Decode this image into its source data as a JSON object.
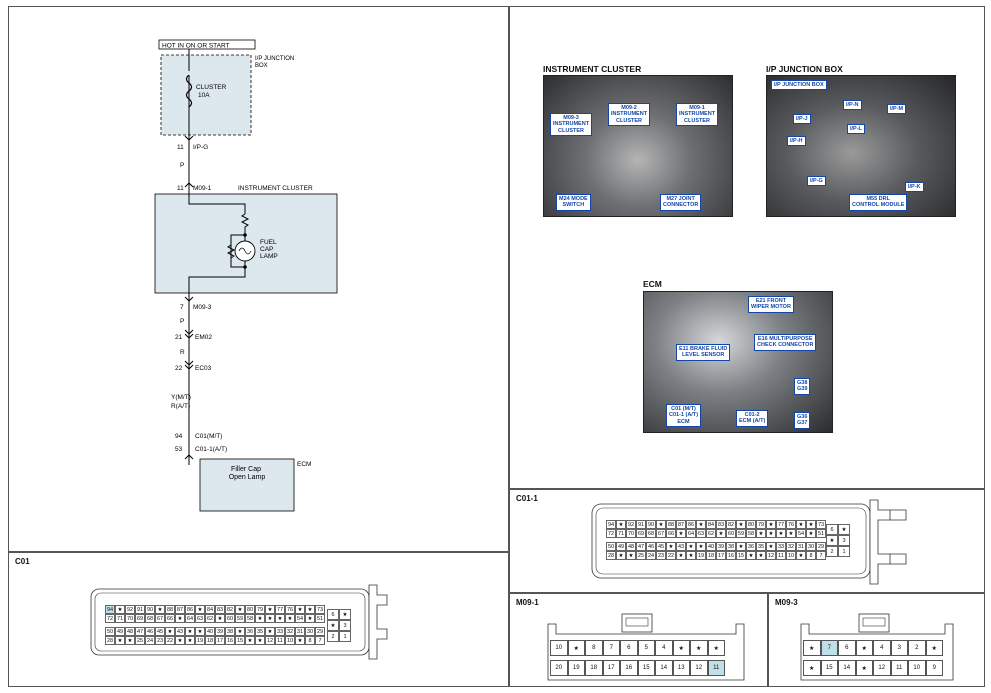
{
  "schematic": {
    "power_source": "HOT IN  ON OR START",
    "junction_box_label": "I/P JUNCTION\nBOX",
    "fuse_name": "CLUSTER",
    "fuse_rating": "10A",
    "pin_ipg_num": "11",
    "pin_ipg": "I/P-G",
    "wire1_color": "P",
    "pin_m091_num": "11",
    "pin_m091": "M09-1",
    "cluster_label": "INSTRUMENT CLUSTER",
    "lamp_label": "FUEL\nCAP\nLAMP",
    "pin_m093_num": "7",
    "pin_m093": "M09-3",
    "wire2_color": "P",
    "pin_em02_num": "21",
    "pin_em02": "EM02",
    "wire3_color": "R",
    "pin_ec03_num": "22",
    "pin_ec03": "EC03",
    "wire4_color": "Y(M/T)\nR(A/T)",
    "pin_c01_num": "94",
    "pin_c01": "C01(M/T)",
    "pin_c011_num": "53",
    "pin_c011": "C01-1(A/T)",
    "ecm_box_label": "Filler Cap\nOpen Lamp",
    "ecm_label": "ECM"
  },
  "photos": {
    "cluster": {
      "title": "INSTRUMENT CLUSTER",
      "labels": [
        "M09-3\nINSTRUMENT\nCLUSTER",
        "M09-2\nINSTRUMENT\nCLUSTER",
        "M09-1\nINSTRUMENT\nCLUSTER",
        "M24 MODE\nSWITCH",
        "M27 JOINT\nCONNECTOR"
      ]
    },
    "junction": {
      "title": "I/P JUNCTION BOX",
      "labels": [
        "I/P JUNCTION BOX",
        "I/P-N",
        "I/P-M",
        "I/P-J",
        "I/P-L",
        "I/P-H",
        "I/P-G",
        "I/P-K",
        "M55 DRL\nCONTROL MODULE"
      ]
    },
    "ecm": {
      "title": "ECM",
      "labels": [
        "E21 FRONT\nWIPER MOTOR",
        "E16 MULTIPURPOSE\nCHECK CONNECTOR",
        "E11 BRAKE FLUID\nLEVEL SENSOR",
        "G38\nG39",
        "C01 (M/T)\nC01-1 (A/T)\nECM",
        "C01-2\nECM (A/T)",
        "G36\nG37"
      ]
    }
  },
  "connectors": {
    "c01": {
      "title": "C01",
      "highlight": "94",
      "rows": [
        [
          "94",
          "★",
          "92",
          "91",
          "90",
          "★",
          "88",
          "87",
          "86",
          "★",
          "84",
          "83",
          "82",
          "★",
          "80",
          "79",
          "★",
          "77",
          "76",
          "★",
          "★",
          "73"
        ],
        [
          "72",
          "71",
          "70",
          "69",
          "68",
          "67",
          "66",
          "★",
          "64",
          "63",
          "62",
          "★",
          "60",
          "59",
          "58",
          "★",
          "★",
          "★",
          "★",
          "54",
          "★",
          "51"
        ],
        [
          "50",
          "49",
          "48",
          "47",
          "46",
          "45",
          "★",
          "43",
          "★",
          "★",
          "40",
          "39",
          "38",
          "★",
          "36",
          "35",
          "★",
          "33",
          "32",
          "31",
          "30",
          "29"
        ],
        [
          "28",
          "★",
          "★",
          "25",
          "24",
          "23",
          "22",
          "★",
          "★",
          "19",
          "18",
          "17",
          "16",
          "15",
          "★",
          "★",
          "12",
          "11",
          "10",
          "★",
          "8",
          "7"
        ]
      ],
      "side": [
        [
          "6",
          "★"
        ],
        [
          "★",
          "3"
        ],
        [
          "2",
          "1"
        ]
      ]
    },
    "c011": {
      "title": "C01-1",
      "highlight": "53",
      "rows": [
        [
          "94",
          "★",
          "92",
          "91",
          "90",
          "★",
          "88",
          "87",
          "86",
          "★",
          "84",
          "83",
          "82",
          "★",
          "80",
          "79",
          "★",
          "77",
          "76",
          "★",
          "★",
          "73"
        ],
        [
          "72",
          "71",
          "70",
          "69",
          "68",
          "67",
          "66",
          "★",
          "64",
          "63",
          "62",
          "★",
          "60",
          "59",
          "58",
          "★",
          "★",
          "★",
          "★",
          "54",
          "★",
          "51"
        ],
        [
          "50",
          "49",
          "48",
          "47",
          "46",
          "45",
          "★",
          "43",
          "★",
          "★",
          "40",
          "39",
          "38",
          "★",
          "36",
          "35",
          "★",
          "33",
          "32",
          "31",
          "30",
          "29"
        ],
        [
          "28",
          "★",
          "★",
          "25",
          "24",
          "23",
          "22",
          "★",
          "★",
          "19",
          "18",
          "17",
          "16",
          "15",
          "★",
          "★",
          "12",
          "11",
          "10",
          "★",
          "8",
          "7"
        ]
      ],
      "side": [
        [
          "6",
          "★"
        ],
        [
          "★",
          "3"
        ],
        [
          "2",
          "1"
        ]
      ]
    },
    "m091": {
      "title": "M09-1",
      "highlight": "11",
      "top": [
        "10",
        "★",
        "8",
        "7",
        "6",
        "5",
        "4",
        "★",
        "★",
        "★"
      ],
      "bottom": [
        "20",
        "19",
        "18",
        "17",
        "16",
        "15",
        "14",
        "13",
        "12",
        "11"
      ]
    },
    "m093": {
      "title": "M09-3",
      "highlight": "7",
      "top": [
        "★",
        "7",
        "6",
        "★",
        "4",
        "3",
        "2",
        "★"
      ],
      "bottom": [
        "★",
        "15",
        "14",
        "★",
        "12",
        "11",
        "10",
        "9"
      ]
    }
  }
}
